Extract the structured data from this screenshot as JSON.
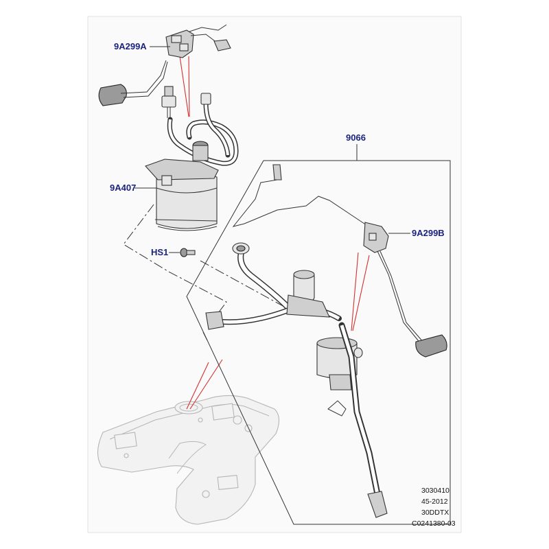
{
  "callouts": {
    "sender_a": "9A299A",
    "pump": "9A407",
    "screw": "HS1",
    "assembly": "9066",
    "sender_b": "9A299B"
  },
  "reference": {
    "line1": "3030410",
    "line2": "45-2012",
    "line3": "30DDTX",
    "line4": "C0241380-03"
  },
  "colors": {
    "callout_text": "#1a237e",
    "indicator_lines": "#d32f2f",
    "diagram_frame": "#fafafa"
  }
}
